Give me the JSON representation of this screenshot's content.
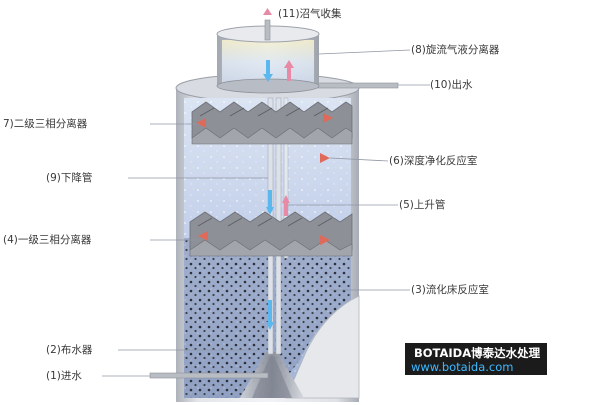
{
  "labels": {
    "biogas_collection": "(11)沼气收集",
    "cyclone_separator": "(8)旋流气液分离器",
    "water_outlet": "(10)出水",
    "secondary_separator": "7)二级三相分离器",
    "deep_purification": "(6)深度净化反应室",
    "downcomer": "(9)下降管",
    "riser": "(5)上升管",
    "primary_separator": "(4)一级三相分离器",
    "fluidized_bed": "(3)流化床反应室",
    "water_distributor": "(2)布水器",
    "water_inlet": "(1)进水"
  },
  "watermark": {
    "brand": "BOTAIDA博泰达水处理",
    "url": "www.botaida.com"
  },
  "colors": {
    "flow_up": "#e88aa6",
    "flow_down": "#5bb8ee",
    "vessel_wall": "#c9ccd3",
    "water": "#cdd9ee",
    "sludge": "#3a3d48",
    "separator_fin": "#7a7c82",
    "watermark_bg": "#1b1b1b",
    "watermark_url": "#3fb9ff"
  }
}
